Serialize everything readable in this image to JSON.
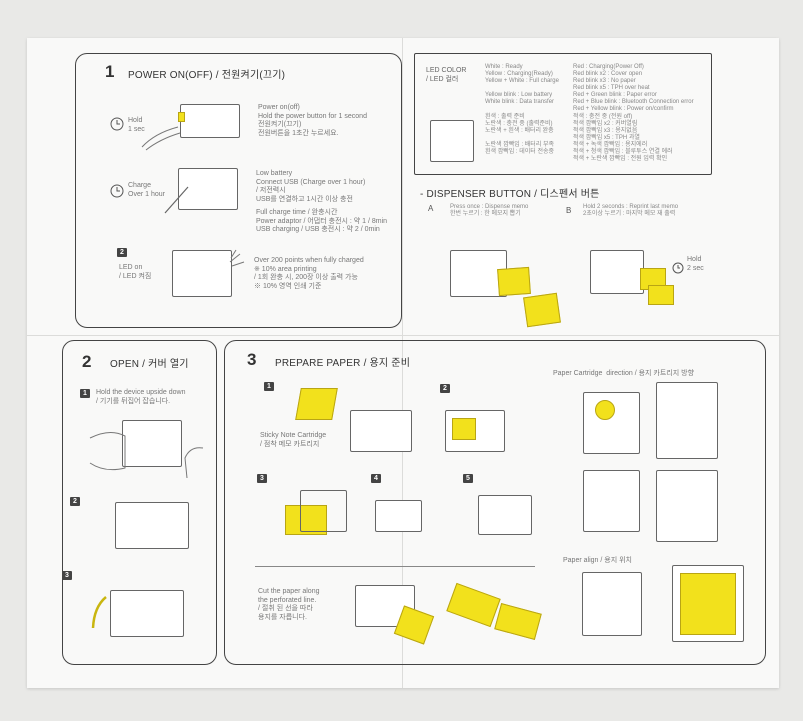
{
  "section1": {
    "num": "1",
    "title": "POWER ON(OFF) / 전원켜기(끄기)",
    "hold": "Hold\n1 sec",
    "power_text": "Power on(off)\nHold the power button for 1 second\n전원켜기(끄기)\n전원버튼을 1초간 누르세요.",
    "charge": "Charge\nOver 1 hour",
    "battery_text": "Low battery\nConnect USB (Charge over 1 hour)\n/ 저전력시\nUSB를 연결하고 1시간 이상 충전",
    "fullcharge_text": "Full charge time / 완충시간\nPower adaptor / 어댑터 충전시 : 약 1 / 8min\nUSB charging / USB 충전시 : 약 2 / 0min",
    "badge": "2",
    "led_on": "LED on\n/ LED 켜짐",
    "points_text": "Over 200 points when fully charged\n※ 10% area printing\n/ 1회 완충 시, 200장 이상 출력 가능\n※ 10% 영역 인쇄 기준"
  },
  "led": {
    "title": "LED COLOR\n/ LED 컬러",
    "col1": "White : Ready\nYellow : Charging(Ready)\nYellow + White : Full charge\n\nYellow blink : Low battery\nWhite blink : Data transfer",
    "col2": "Red : Charging(Power Off)\nRed blink x2 : Cover open\nRed blink x3 : No paper\nRed blink x5 : TPH over heat\nRed + Green blink : Paper error\nRed + Blue blink : Bluetooth Connection error\nRed + Yellow blink : Power on/confirm",
    "col1_kr": "흰색 : 출력 준비\n노란색 : 충전 중 (출력준비)\n노란색 + 흰색 : 배터리 완충\n\n노란색 깜빡임 : 배터리 부족\n흰색 깜빡임 : 데이터 전송중",
    "col2_kr": "적색 : 충전 중 (전원 off)\n적색 깜빡임 x2 : 커버열림\n적색 깜빡임 x3 : 용지없음\n적색 깜빡임 x5 : TPH 과열\n적색 + 녹색 깜빡임 : 용지에러\n적색 + 청색 깜빡임 : 블루투스 연결 에러\n적색 + 노란색 깜빡임 : 전원 입력 확인"
  },
  "dispenser": {
    "title": "- DISPENSER BUTTON / 디스펜서 버튼",
    "a": "A",
    "a_text": "Press once : Dispense memo\n한번 누르기 : 한 메모지 뽑기",
    "b": "B",
    "b_text": "Hold 2 seconds : Reprint last memo\n2초이상 누르기 : 마지막 메모 재 출력",
    "hold": "Hold\n2 sec"
  },
  "section2": {
    "num": "2",
    "title": "OPEN / 커버 열기",
    "b1": "1",
    "text1": "Hold the device upside down\n/ 기기를 뒤집어 잡습니다.",
    "b2": "2",
    "b3": "3"
  },
  "section3": {
    "num": "3",
    "title": "PREPARE PAPER / 용지 준비",
    "b1": "1",
    "b2": "2",
    "b3": "3",
    "b4": "4",
    "b5": "5",
    "cartridge": "Sticky Note Cartridge\n/ 점착 메모 카트리지",
    "direction": "Paper Cartridge  direction / 용지 카트리지 방향",
    "align": "Paper align / 용지 위치",
    "cut": "Cut the paper along\nthe perforated line.\n/ 절취 된 선을 따라\n용지를 자릅니다."
  },
  "colors": {
    "accent_yellow": "#f2e11c",
    "ink": "#444444",
    "paper": "#f9f9f8"
  }
}
